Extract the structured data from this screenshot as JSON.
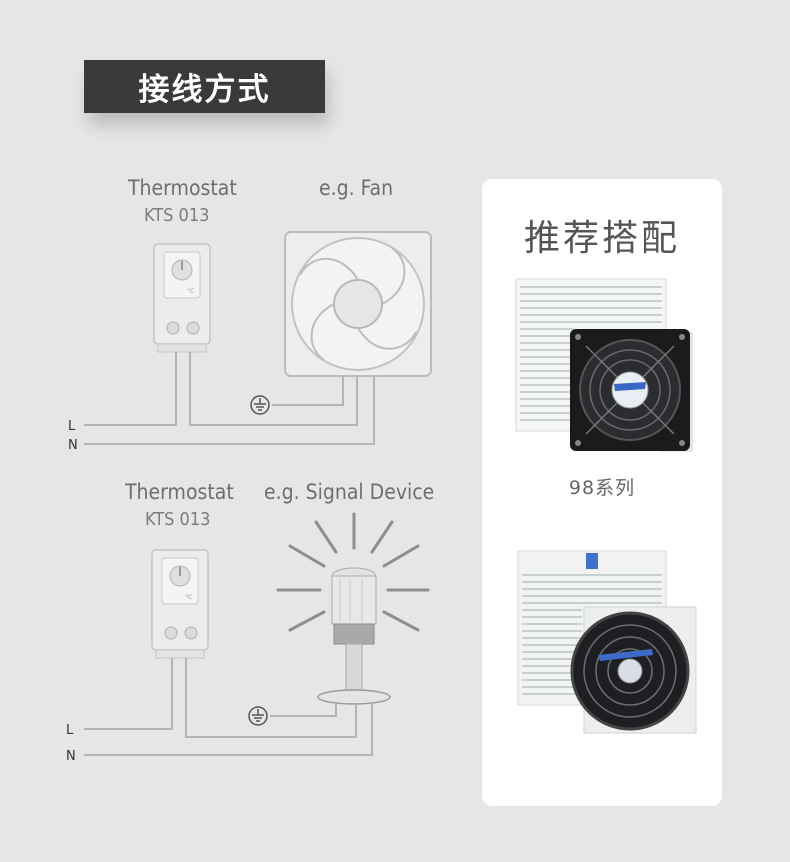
{
  "banner": {
    "title": "接线方式"
  },
  "diagram1": {
    "thermostat_label": "Thermostat",
    "thermostat_model": "KTS 013",
    "device_label": "e.g. Fan",
    "line_l": "L",
    "line_n": "N",
    "unit": "°C"
  },
  "diagram2": {
    "thermostat_label": "Thermostat",
    "thermostat_model": "KTS 013",
    "device_label": "e.g. Signal Device",
    "line_l": "L",
    "line_n": "N",
    "unit": "°C"
  },
  "card": {
    "title": "推荐搭配",
    "product1_caption": "98系列"
  }
}
